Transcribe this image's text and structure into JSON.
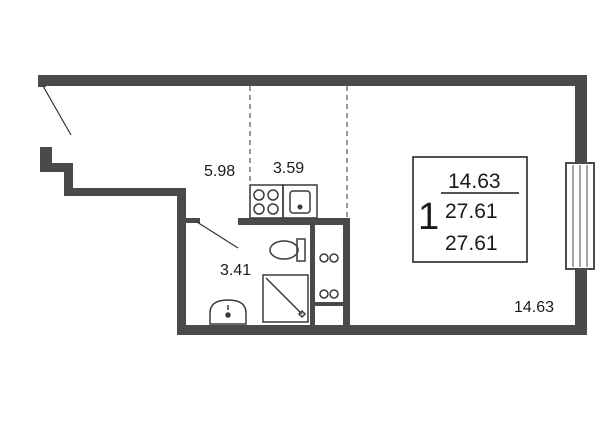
{
  "plan": {
    "room_areas": {
      "hall": "5.98",
      "kitchen": "3.59",
      "bathroom": "3.41",
      "living": "14.63"
    },
    "summary": {
      "rooms": "1",
      "living_area": "14.63",
      "total_area": "27.61",
      "total_with_balcony": "27.61"
    },
    "colors": {
      "wall": "#4a4a4a",
      "fixture": "#3a3a3a",
      "dashed": "#555555"
    }
  }
}
